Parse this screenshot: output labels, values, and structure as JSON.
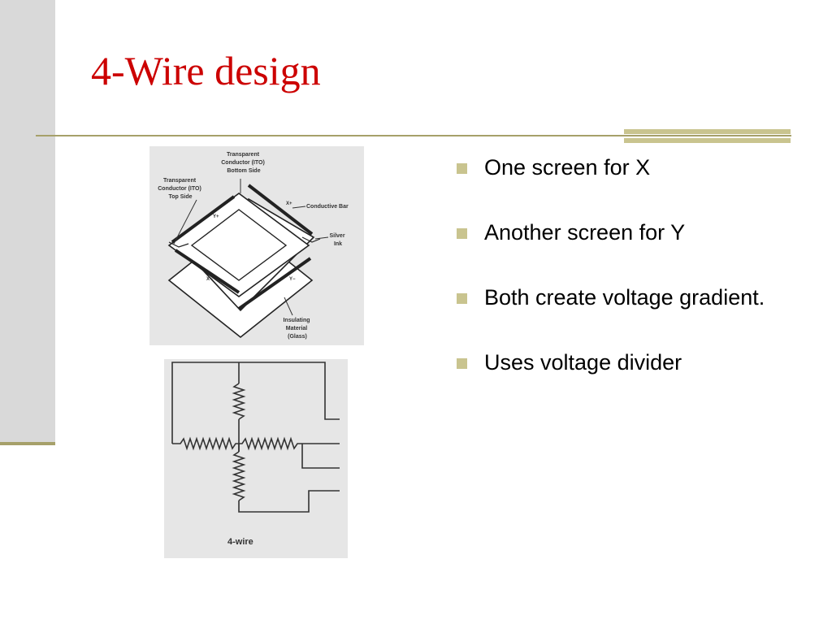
{
  "slide": {
    "title": "4-Wire design",
    "bullets": [
      "One screen for X",
      "Another screen for Y",
      "Both create voltage gradient.",
      "Uses voltage divider"
    ]
  },
  "figure_layers": {
    "labels": {
      "bottom_side": [
        "Transparent",
        "Conductor (ITO)",
        "Bottom Side"
      ],
      "top_side": [
        "Transparent",
        "Conductor (ITO)",
        "Top Side"
      ],
      "conductive_bar": "Conductive Bar",
      "silver_ink": [
        "Silver",
        "Ink"
      ],
      "insulating": [
        "Insulating",
        "Material",
        "(Glass)"
      ],
      "x_plus": "X+",
      "y_plus": "Y+",
      "x_minus": "X−",
      "y_minus": "Y−"
    }
  },
  "figure_circuit": {
    "caption": "4-wire"
  },
  "colors": {
    "title": "#cc0000",
    "accent": "#c9c48f",
    "rule": "#a6a06a",
    "sidebar": "#d9d9d9",
    "figure_bg": "#e6e6e6"
  }
}
